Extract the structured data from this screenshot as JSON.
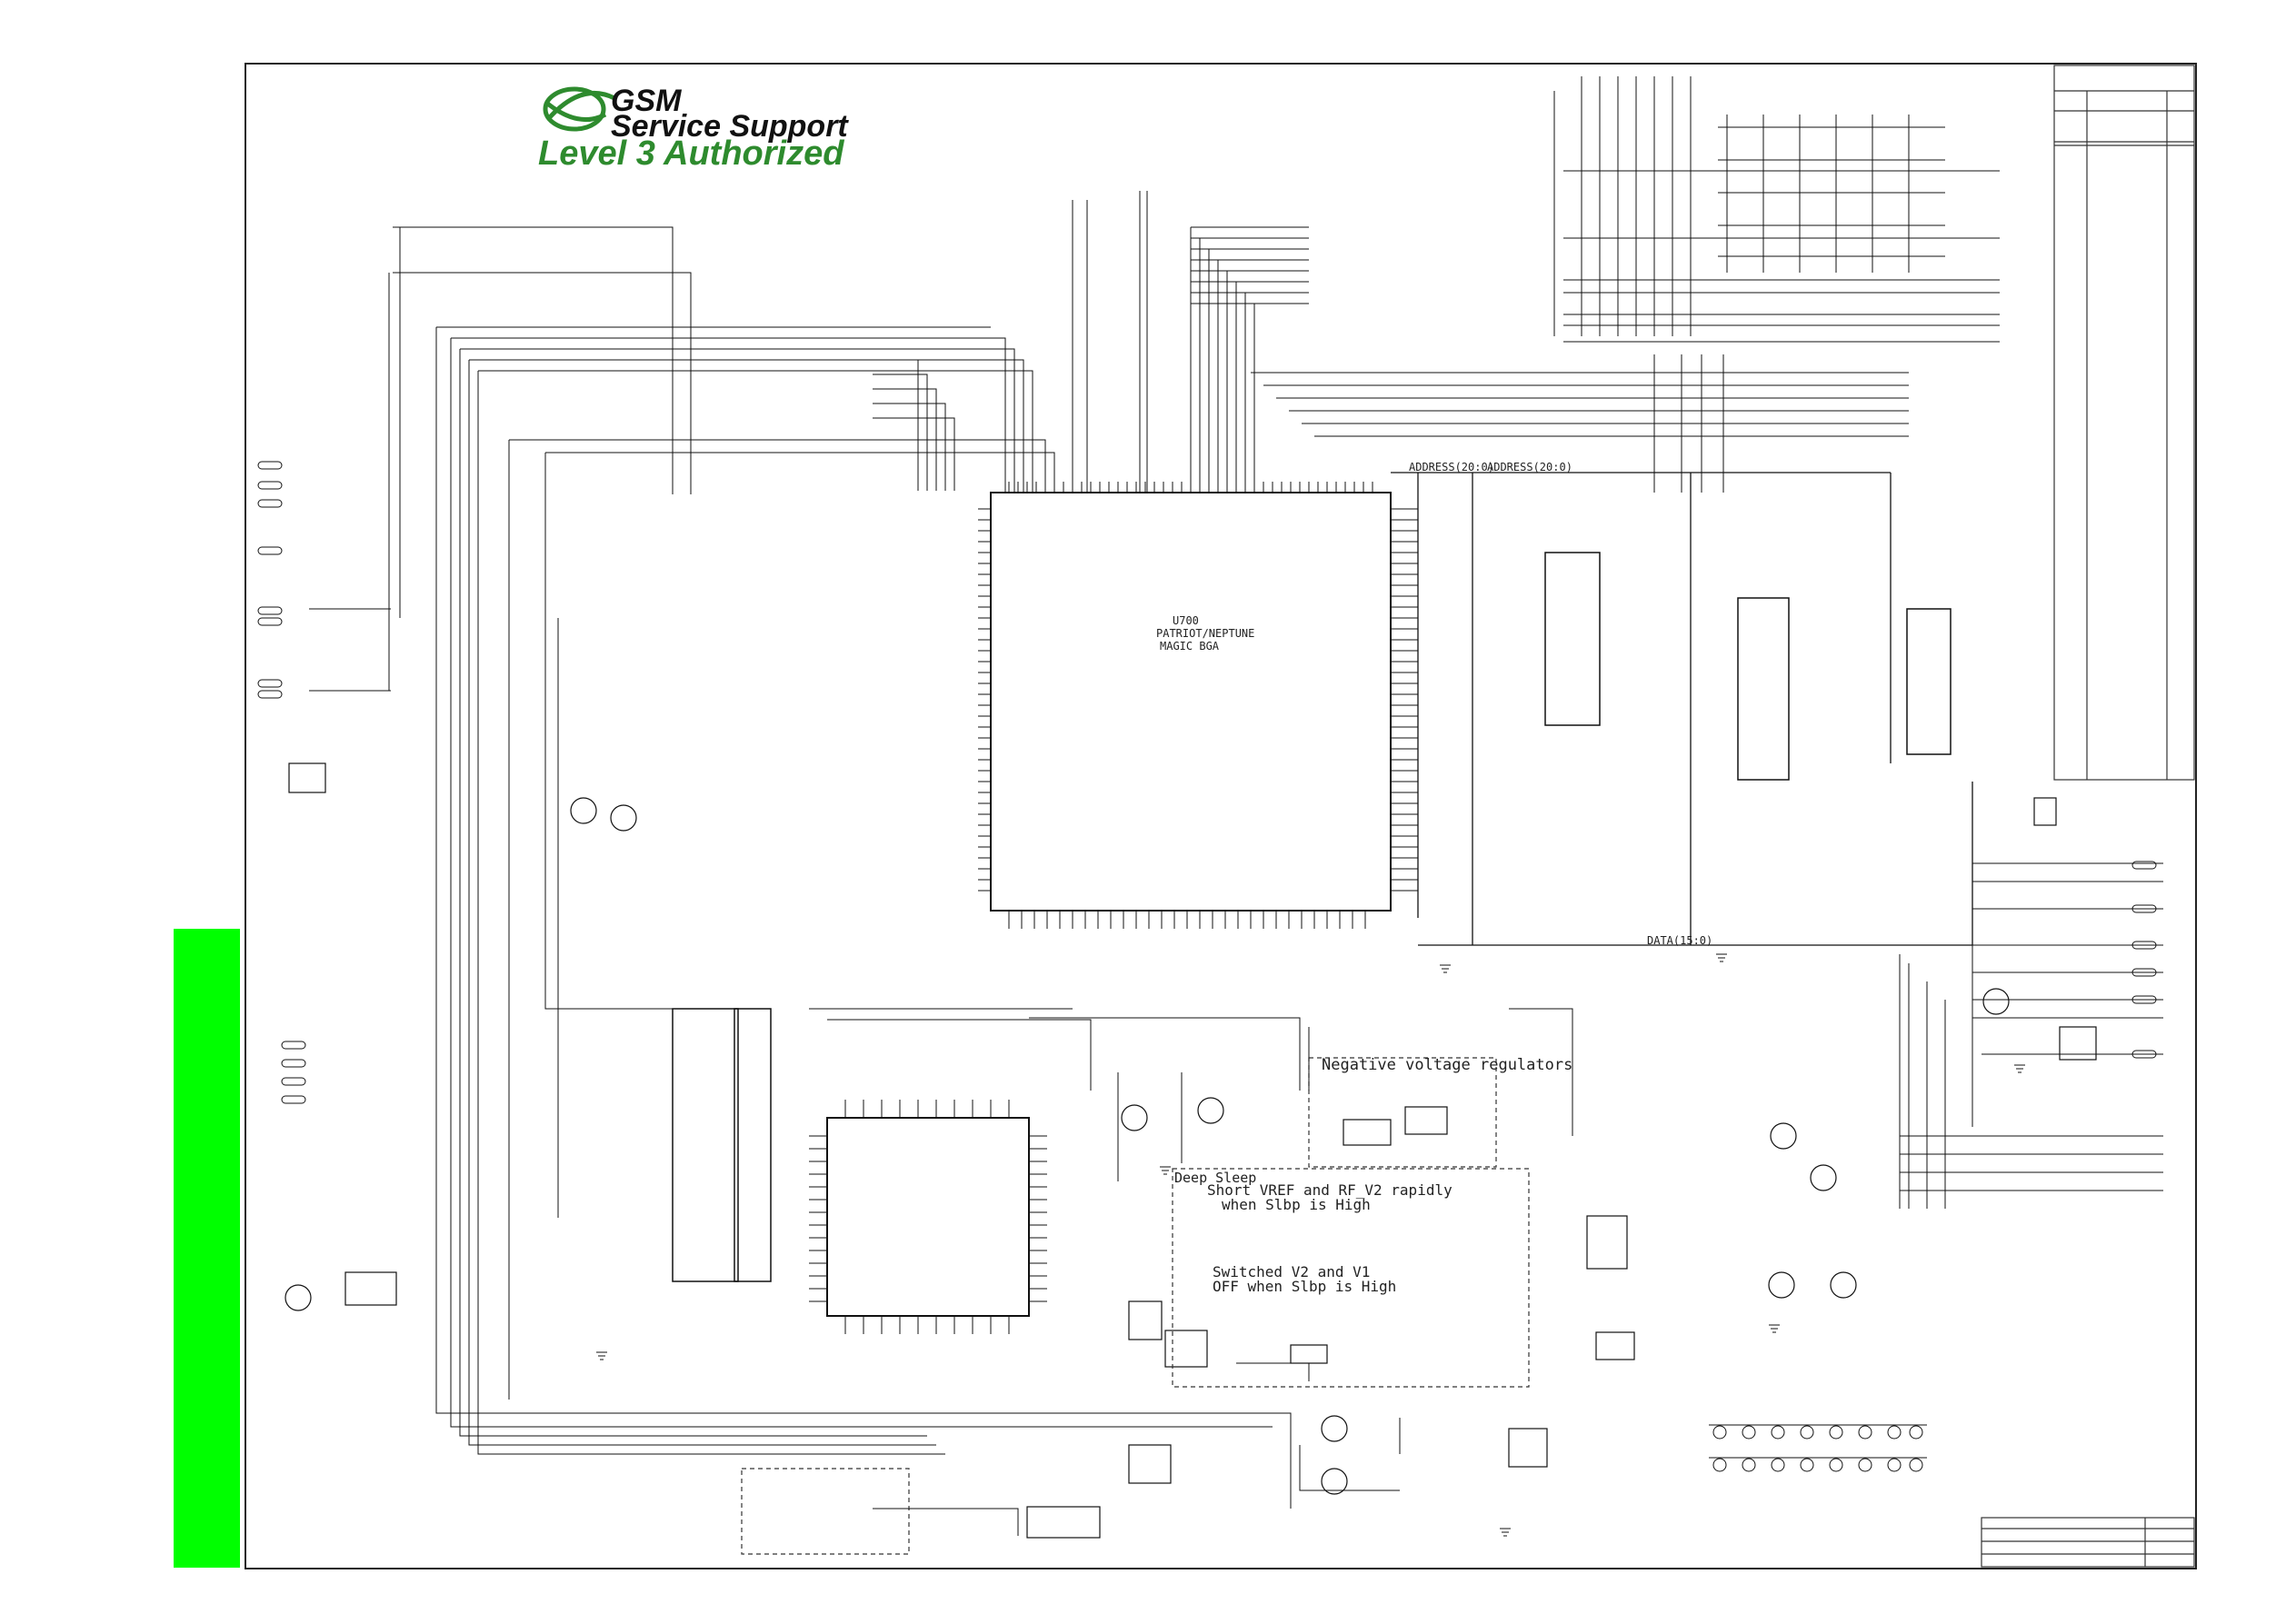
{
  "logo": {
    "line1": "GSM",
    "line2": "Service Support",
    "line3": "Level 3 Authorized",
    "accent_color": "#2e8b2e",
    "icon": "globe-swoosh-icon"
  },
  "annotations": {
    "negative_regulators": "Negative voltage regulators",
    "deep_sleep_title": "Deep Sleep",
    "deep_sleep_line1": "Short VREF and RF_V2 rapidly",
    "deep_sleep_line2": "when Slbp is High",
    "switched_line1": "Switched V2 and V1",
    "switched_line2": "OFF when Slbp is High"
  },
  "main_chip": {
    "ref": "U700",
    "name": "PATRIOT/NEPTUNE",
    "package": "MAGIC BGA"
  },
  "bus_labels": {
    "address": "ADDRESS(20:0)",
    "address2": "ADDRESS(20:0)",
    "data": "DATA(15:0)"
  },
  "colors": {
    "side_bar": "#00ff00",
    "wire": "#111111"
  }
}
